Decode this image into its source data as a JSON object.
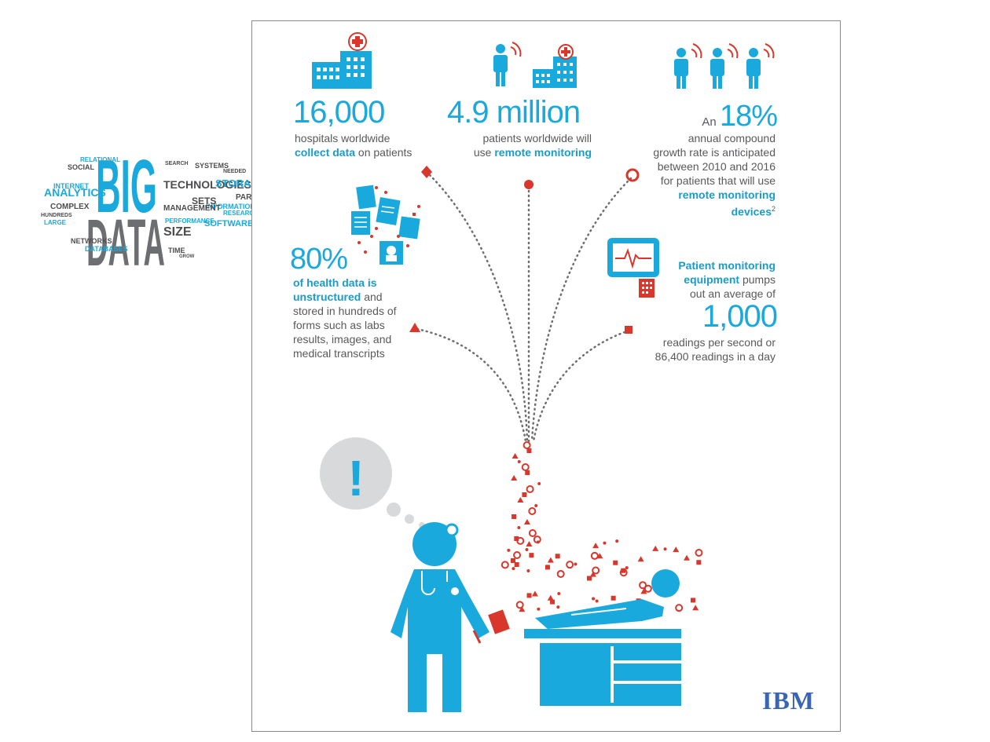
{
  "cloud": {
    "big": "BIG",
    "data": "DATA",
    "words": [
      "ANALYTICS",
      "COMPLEX",
      "INTERNET",
      "TECHNOLOGIES",
      "STORAGE",
      "SIZE",
      "SOFTWARE",
      "INFORMATION",
      "SETS",
      "SOCIAL",
      "RELATIONAL",
      "MANAGEMENT",
      "DATABASES",
      "NETWORKS",
      "RESEARCH",
      "SEARCH",
      "LARGE",
      "SYSTEMS",
      "PARALLEL",
      "TIME",
      "GROW",
      "NEEDED",
      "PERFORMANCE",
      "HUNDREDS"
    ]
  },
  "stats": {
    "hospitals": {
      "number": "16,000",
      "line1": "hospitals worldwide",
      "bold": "collect data",
      "rest": " on patients"
    },
    "patients": {
      "number": "4.9 million",
      "line1": "patients worldwide will",
      "pre": "use ",
      "bold": "remote monitoring"
    },
    "growth": {
      "prefix": "An ",
      "number": "18%",
      "line1": "annual compound",
      "line2": "growth rate is anticipated",
      "line3": "between 2010 and 2016",
      "line4": "for patients that will use",
      "bold1": "remote monitoring",
      "bold2": "devices",
      "sup": "2"
    },
    "unstructured": {
      "number": "80%",
      "bold1": "of health data is",
      "bold2": "unstructured",
      "rest2": " and",
      "line3": "stored in hundreds of",
      "line4": "forms such as labs",
      "line5": "results, images, and",
      "line6": "medical transcripts"
    },
    "monitoring": {
      "bold1": "Patient monitoring",
      "bold2": "equipment",
      "rest2": " pumps",
      "line3": "out an average of",
      "number": "1,000",
      "line4": "readings per second or",
      "line5": "86,400 readings in a day"
    }
  },
  "alert_symbol": "!",
  "brand": "IBM",
  "colors": {
    "cyan": "#1aa9dc",
    "red": "#d9372b",
    "grey": "#58595b",
    "dots": "#6d6e71",
    "bubble": "#d8d9da"
  }
}
